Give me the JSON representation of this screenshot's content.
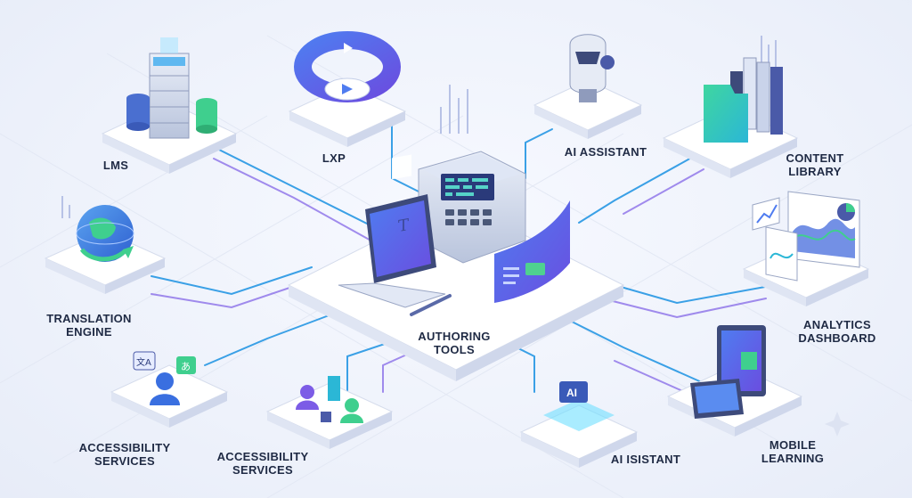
{
  "diagram": {
    "center": {
      "label": "AUTHORING\nTOOLS"
    },
    "nodes": [
      {
        "id": "lms",
        "label": "LMS",
        "icon": "server-database-icon"
      },
      {
        "id": "lxp",
        "label": "LXP",
        "icon": "video-ring-icon"
      },
      {
        "id": "ai-assistant",
        "label": "AI ASSISTANT",
        "icon": "robot-head-icon"
      },
      {
        "id": "content-library",
        "label": "CONTENT\nLIBRARY",
        "icon": "folders-icon"
      },
      {
        "id": "translation-engine",
        "label": "TRANSLATION\nENGINE",
        "icon": "globe-icon"
      },
      {
        "id": "analytics-dashboard",
        "label": "ANALYTICS\nDASHBOARD",
        "icon": "charts-icon"
      },
      {
        "id": "accessibility-services-1",
        "label": "ACCESSIBILITY\nSERVICES",
        "icon": "person-translate-icon"
      },
      {
        "id": "accessibility-services-2",
        "label": "ACCESSIBILITY\nSERVICES",
        "icon": "people-blocks-icon"
      },
      {
        "id": "ai-isistant",
        "label": "AI ISISTANT",
        "icon": "ai-chip-icon"
      },
      {
        "id": "mobile-learning",
        "label": "MOBILE\nLEARNING",
        "icon": "tablet-phone-icon"
      }
    ],
    "chip_text": "AI",
    "editor_glyph": "T",
    "translate_glyphs": [
      "文A",
      "あ"
    ],
    "colors": {
      "accent_blue": "#3aa0e6",
      "accent_purple": "#7c5ce6",
      "accent_green": "#3fcf8e",
      "dark_text": "#1f2a44",
      "platform_top": "#ffffff",
      "platform_side": "#dfe5f3"
    }
  }
}
